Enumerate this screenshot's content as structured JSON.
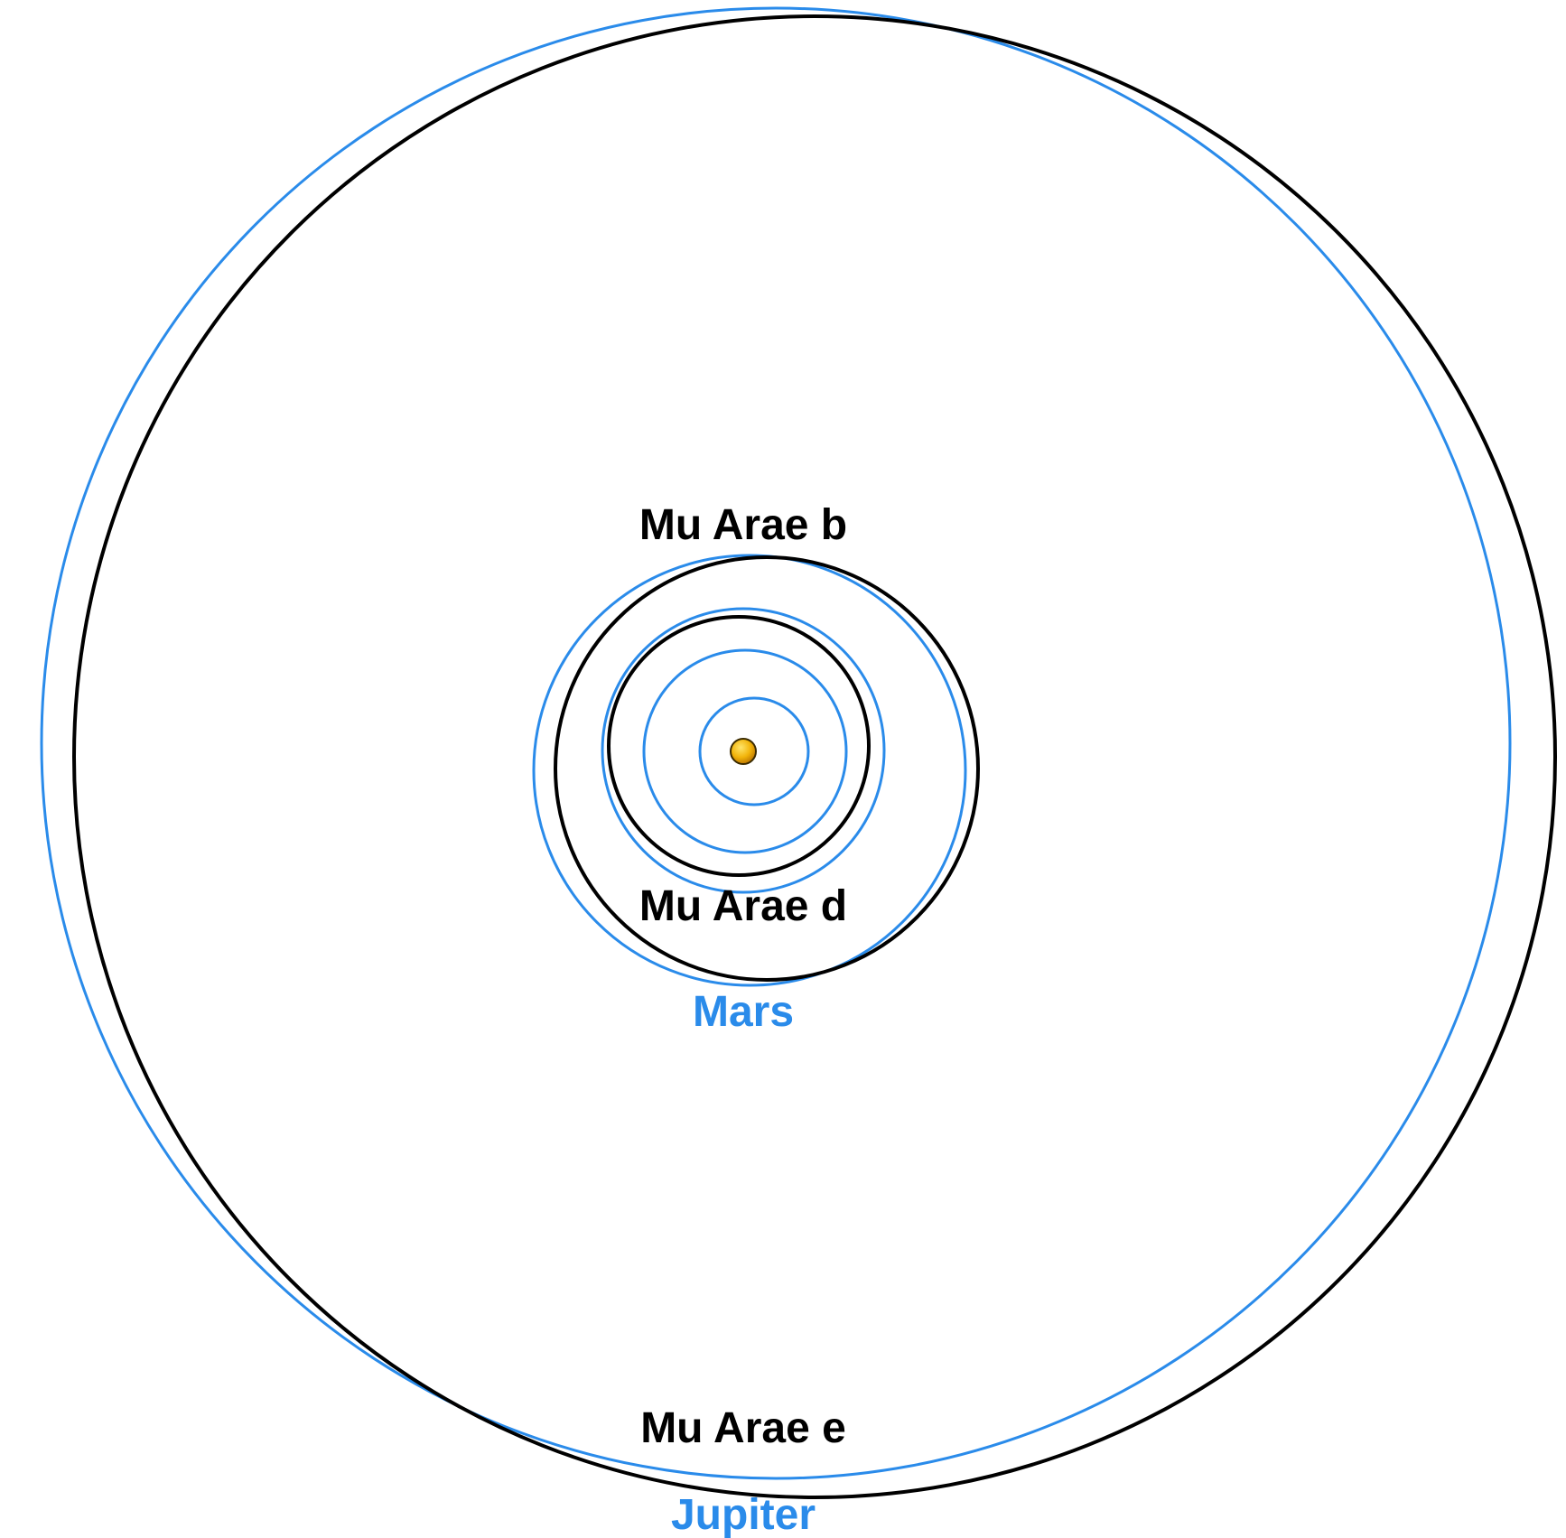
{
  "colors": {
    "solar_system": "#2a8bea",
    "mu_arae_system": "#000000",
    "star_light": "#ffe56a",
    "star_mid": "#f2b40a",
    "star_dark": "#c07a00",
    "background": "#ffffff"
  },
  "labels": {
    "mu_arae_b": "Mu Arae b",
    "mu_arae_d": "Mu Arae d",
    "mu_arae_e": "Mu Arae e",
    "mars": "Mars",
    "jupiter": "Jupiter"
  }
}
